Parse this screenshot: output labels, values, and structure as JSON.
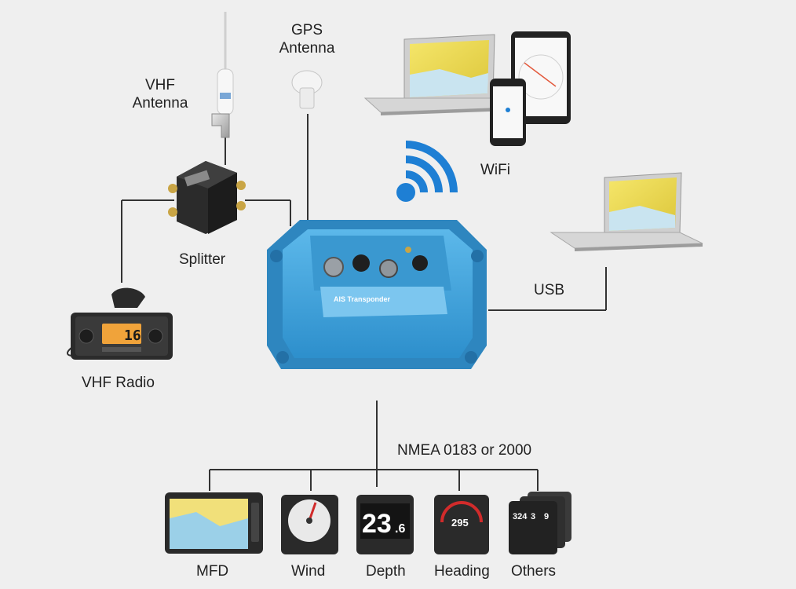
{
  "labels": {
    "vhf_antenna": [
      "VHF",
      "Antenna"
    ],
    "gps_antenna": [
      "GPS",
      "Antenna"
    ],
    "wifi": "WiFi",
    "splitter": "Splitter",
    "usb": "USB",
    "vhf_radio": "VHF Radio",
    "nmea": "NMEA 0183 or 2000",
    "mfd": "MFD",
    "wind": "Wind",
    "depth": "Depth",
    "heading": "Heading",
    "others": "Others"
  },
  "device": {
    "panel_title": "AIS Transponder"
  },
  "screens": {
    "vhf_radio_display": "16",
    "depth_main": "23",
    "depth_decimal": ".6",
    "heading_value": "295",
    "others_values": [
      "324",
      "3",
      "9"
    ]
  },
  "colors": {
    "background": "#efefef",
    "device_blue": "#3a9fd8",
    "wifi_blue": "#1e7fd4",
    "line": "#333333"
  }
}
